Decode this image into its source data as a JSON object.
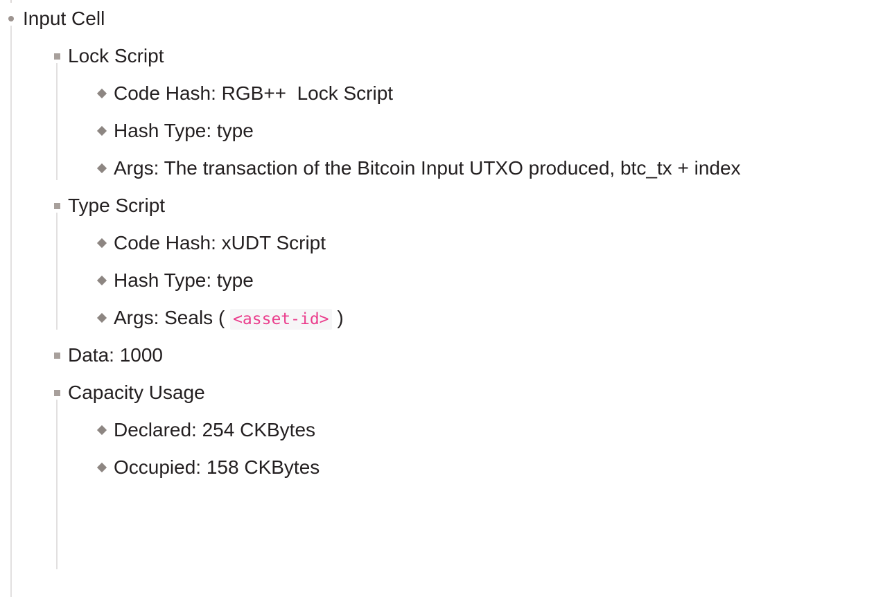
{
  "theme": {
    "background": "#ffffff",
    "text_color": "#231f20",
    "guide_line_color": "#e2e0e0",
    "bullet_level1_color": "#9d9490",
    "bullet_level2_color": "#a8a09c",
    "bullet_level3_color": "#8d8682",
    "code_text_color": "#ea3d8c",
    "code_background_color": "#f6f6f7"
  },
  "outline": {
    "root": {
      "label": "Input Cell",
      "bullet": "dot-bullet-icon",
      "children": [
        {
          "label": "Lock Script",
          "bullet": "square-bullet-icon",
          "children": [
            {
              "label": "Code Hash: RGB++  Lock Script",
              "bullet": "diamond-bullet-icon"
            },
            {
              "label": "Hash Type: type",
              "bullet": "diamond-bullet-icon"
            },
            {
              "label": "Args: The transaction of the Bitcoin Input UTXO produced, btc_tx + index",
              "bullet": "diamond-bullet-icon"
            }
          ]
        },
        {
          "label": "Type Script",
          "bullet": "square-bullet-icon",
          "children": [
            {
              "label": "Code Hash: xUDT Script",
              "bullet": "diamond-bullet-icon"
            },
            {
              "label": "Hash Type: type",
              "bullet": "diamond-bullet-icon"
            },
            {
              "bullet": "diamond-bullet-icon",
              "label_prefix": "Args: Seals ( ",
              "code_token": "<asset-id>",
              "label_suffix": " )"
            }
          ]
        },
        {
          "label": "Data: 1000",
          "bullet": "square-bullet-icon",
          "children": []
        },
        {
          "label": "Capacity Usage",
          "bullet": "square-bullet-icon",
          "children": [
            {
              "label": "Declared: 254 CKBytes",
              "bullet": "diamond-bullet-icon"
            },
            {
              "label": "Occupied: 158 CKBytes",
              "bullet": "diamond-bullet-icon"
            }
          ]
        }
      ]
    }
  }
}
